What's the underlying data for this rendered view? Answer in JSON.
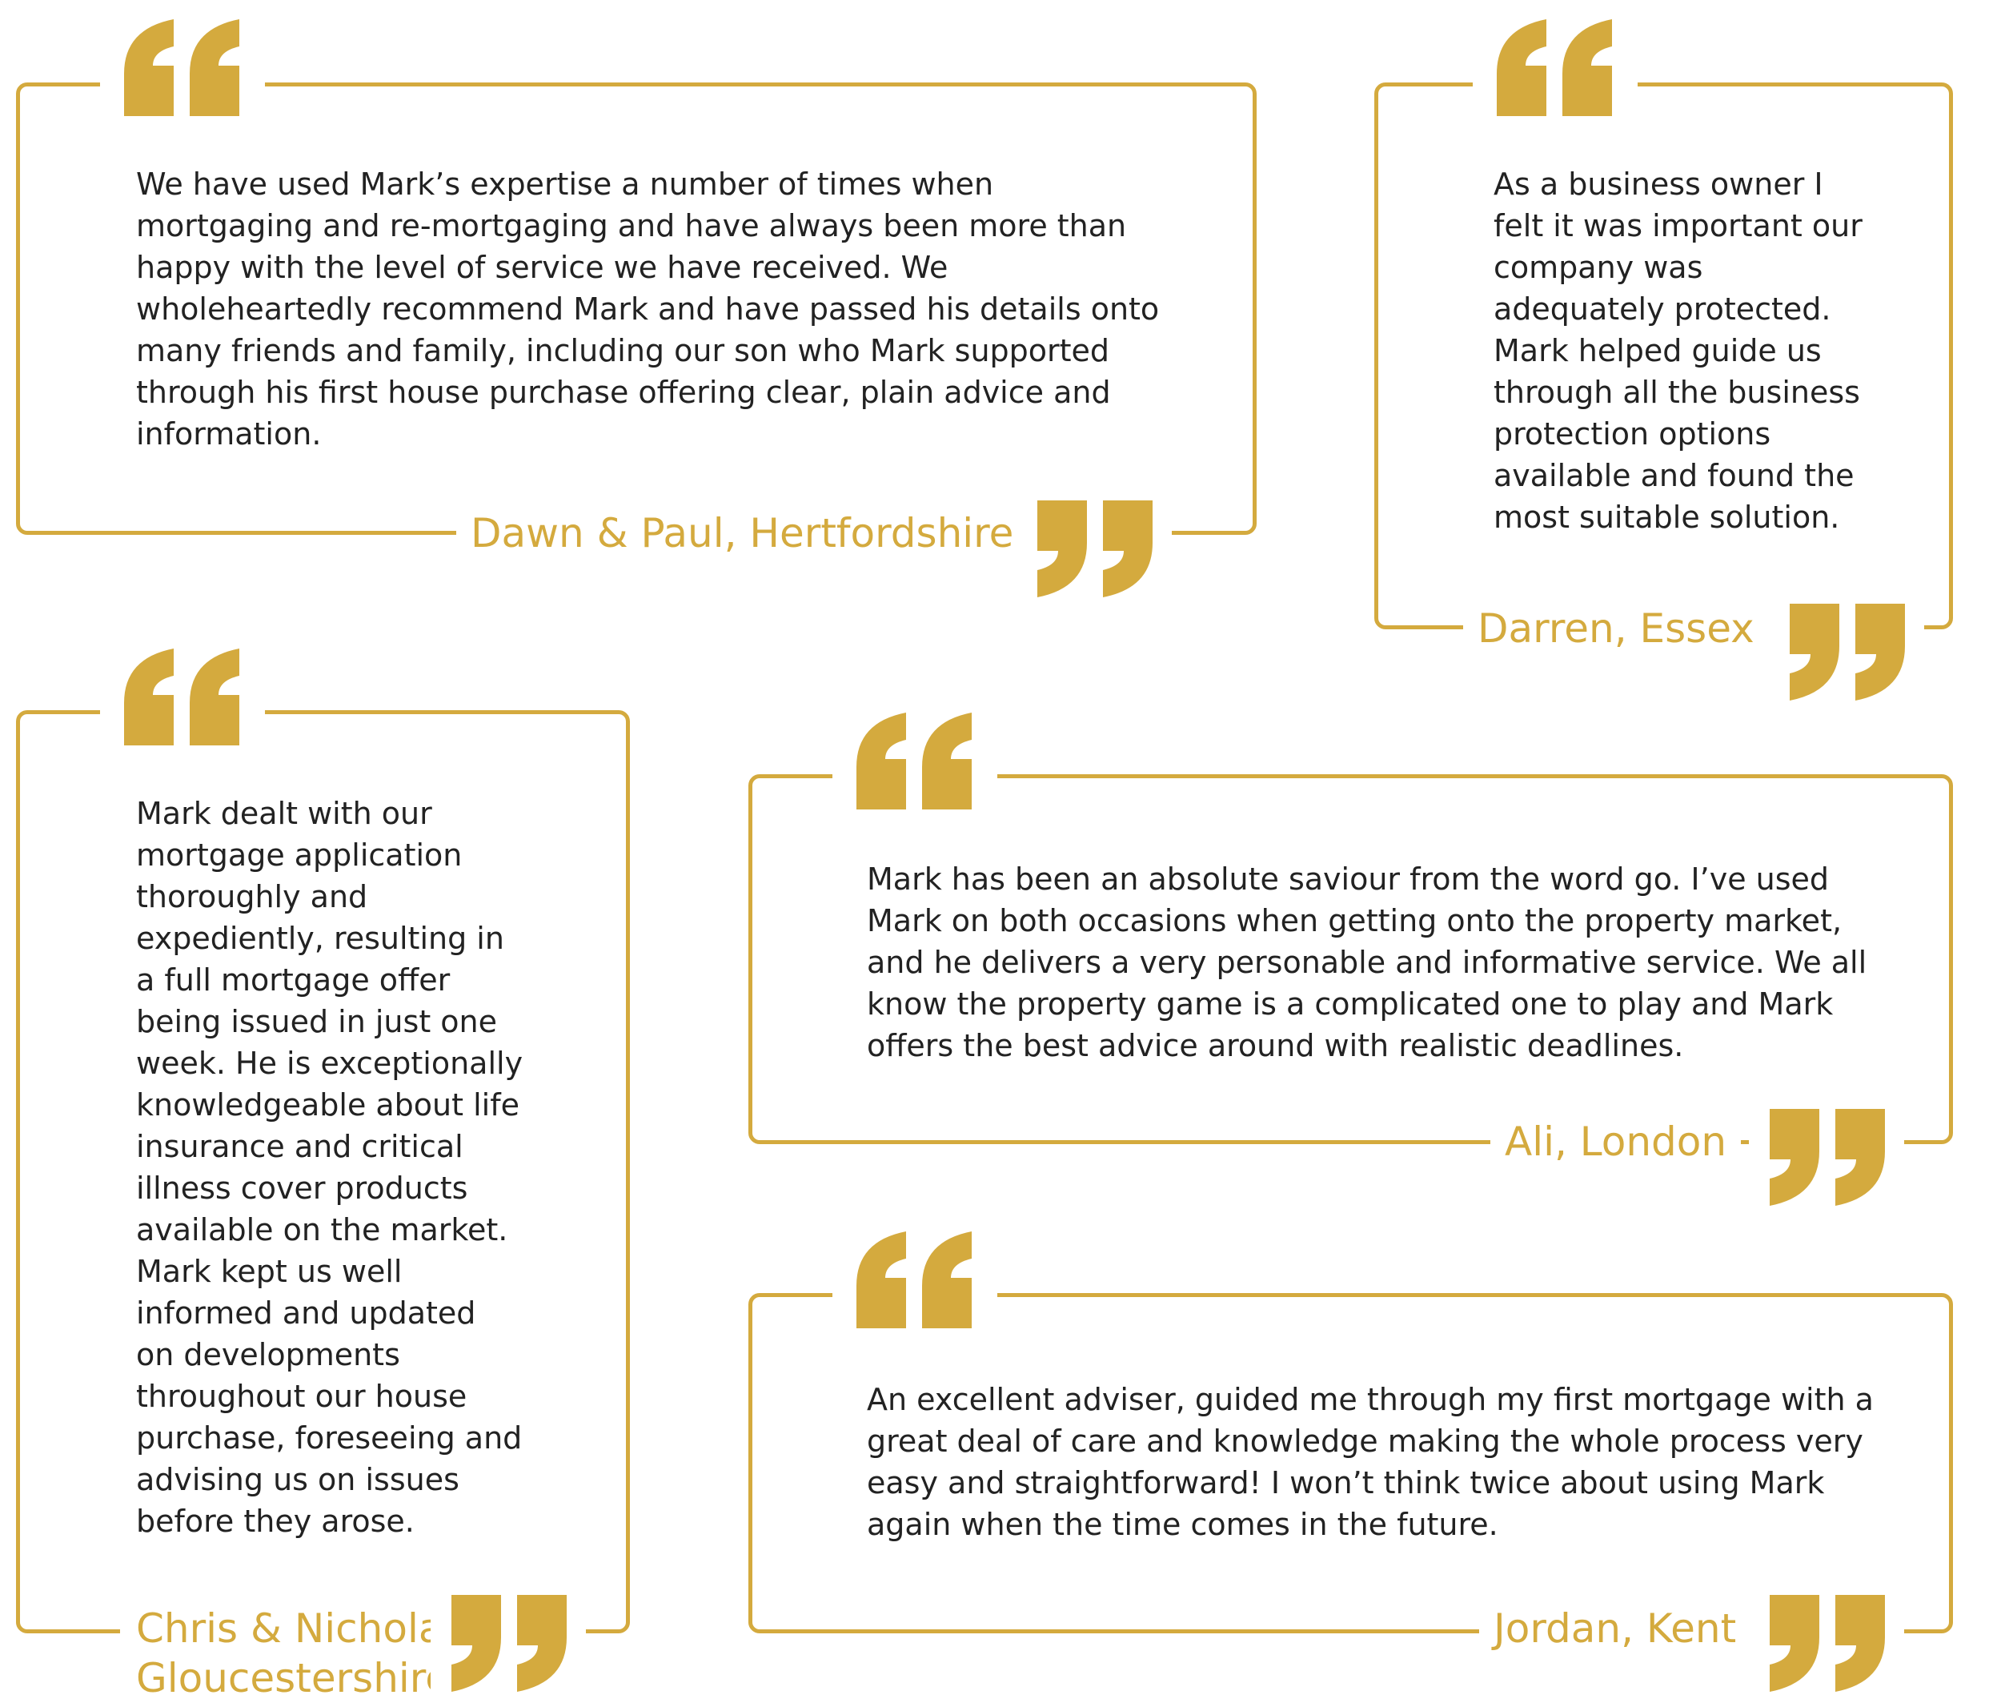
{
  "colors": {
    "accent": "#D4AA3E",
    "text": "#222222",
    "background": "#ffffff"
  },
  "icons": {
    "open": "open-quote-icon",
    "close": "close-quote-icon"
  },
  "testimonials": [
    {
      "text": "We have used Mark’s expertise a number of times when\nmortgaging and re-mortgaging and have always been more than\nhappy with the level of service we have received. We\nwholeheartedly recommend Mark and have passed his details onto\nmany friends and family, including our son who Mark supported\nthrough his first house purchase offering clear, plain advice and\ninformation.",
      "author": "Dawn & Paul, Hertfordshire"
    },
    {
      "text": "As a business owner I\nfelt it was important our\ncompany was\nadequately protected.\nMark helped guide us\nthrough all the business\nprotection options\navailable and found the\nmost suitable solution.",
      "author": "Darren, Essex"
    },
    {
      "text": "Mark dealt with our\nmortgage application\nthoroughly and\nexpediently, resulting in\na full mortgage offer\nbeing issued in just one\nweek. He is exceptionally\nknowledgeable about life\ninsurance and critical\nillness cover products\navailable on the market.\nMark kept us well\ninformed and updated\non developments\nthroughout our house\npurchase, foreseeing and\nadvising us on issues\nbefore they arose.",
      "author": "Chris & Nichola,\nGloucestershire"
    },
    {
      "text": "Mark has been an absolute saviour from the word go. I’ve used\nMark on both occasions when getting onto the property market,\nand he delivers a very personable and informative service. We all\nknow the property game is a complicated one to play and Mark\noffers the best advice around with realistic deadlines.",
      "author": "Ali, London"
    },
    {
      "text": "An excellent adviser, guided me through my first mortgage with a\ngreat deal of care and knowledge making the whole process very\neasy and straightforward! I won’t think twice about using Mark\nagain when the time comes in the future.",
      "author": "Jordan, Kent"
    }
  ]
}
